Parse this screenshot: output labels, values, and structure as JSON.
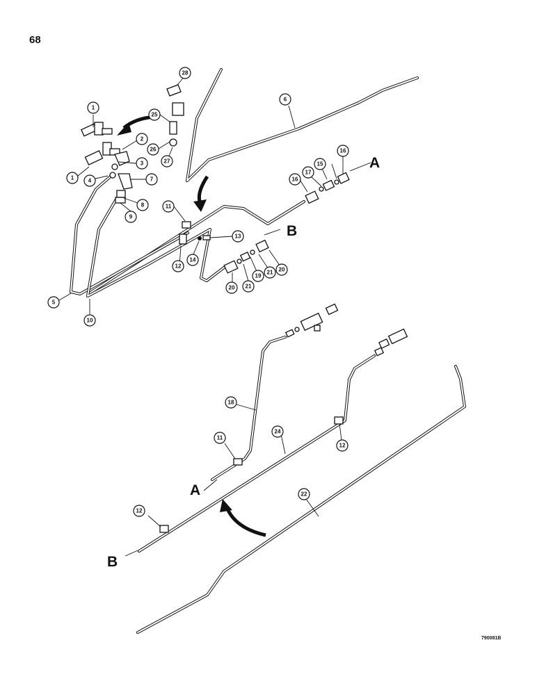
{
  "page": {
    "number": "68",
    "figure_code": "790081B"
  },
  "section_letters": [
    "A",
    "B",
    "A",
    "B"
  ],
  "callouts": [
    "1",
    "2",
    "3",
    "1",
    "4",
    "7",
    "8",
    "9",
    "5",
    "10",
    "6",
    "16",
    "15",
    "17",
    "16",
    "11",
    "12",
    "13",
    "14",
    "20",
    "21",
    "19",
    "21",
    "20",
    "25",
    "26",
    "27",
    "28",
    "18",
    "11",
    "24",
    "12",
    "12",
    "22"
  ]
}
